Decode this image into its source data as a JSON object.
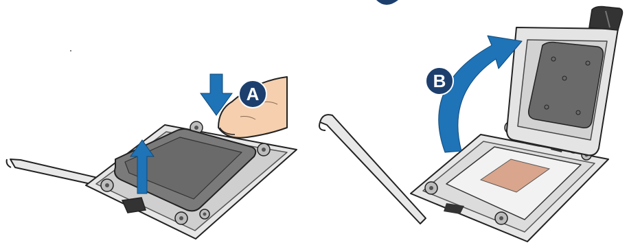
{
  "steps": [
    {
      "id": "A",
      "label": "A",
      "action": "press-down-and-lift"
    },
    {
      "id": "B",
      "label": "B",
      "action": "rotate-open"
    }
  ],
  "colors": {
    "arrow_blue": "#1f73b7",
    "badge_navy": "#1c3f6e",
    "outline": "#222222",
    "metal_light": "#e8e8e8",
    "metal_mid": "#bdbdbd",
    "metal_dark": "#555555",
    "contact_pad": "#d9a58c",
    "skin": "#f5cfae"
  },
  "icons": [
    "arrow-down-icon",
    "arrow-up-icon",
    "curved-arrow-icon",
    "finger-icon"
  ]
}
